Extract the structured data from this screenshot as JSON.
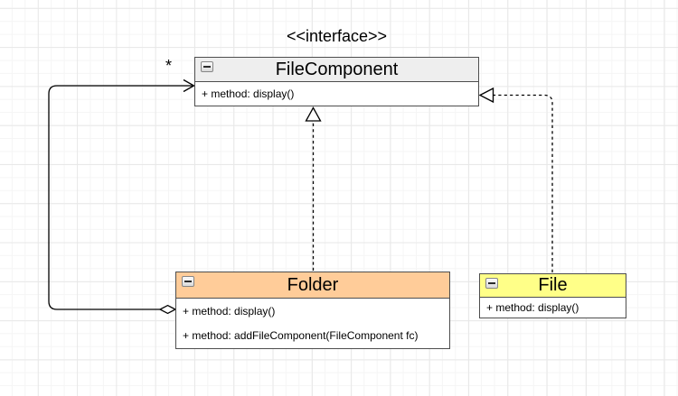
{
  "diagram": {
    "type": "uml-class-diagram",
    "labels": {
      "interface_stereotype": "<<interface>>",
      "multiplicity": "*"
    },
    "classes": [
      {
        "name": "FileComponent",
        "stereotype": "<<interface>>",
        "header_fill": "#eeeeee",
        "members": [
          "+ method: display()"
        ]
      },
      {
        "name": "Folder",
        "header_fill": "#ffcc99",
        "members": [
          "+ method: display()",
          "+ method: addFileComponent(FileComponent fc)"
        ]
      },
      {
        "name": "File",
        "header_fill": "#ffff88",
        "members": [
          "+ method: display()"
        ]
      }
    ],
    "relationships": [
      {
        "type": "aggregation",
        "from": "Folder",
        "to": "FileComponent",
        "multiplicity": "*",
        "line": "solid",
        "source_marker": "hollow-diamond",
        "target_marker": "open-arrow"
      },
      {
        "type": "realization",
        "from": "Folder",
        "to": "FileComponent",
        "line": "dashed",
        "target_marker": "hollow-triangle"
      },
      {
        "type": "realization",
        "from": "File",
        "to": "FileComponent",
        "line": "dashed",
        "target_marker": "hollow-triangle"
      }
    ],
    "icons": {
      "collapse": "minus-square"
    },
    "colors": {
      "canvas_bg": "#ffffff",
      "grid_minor": "#f5f5f5",
      "grid_major": "#e8e8e8",
      "box_border": "#4e4e4e",
      "connector": "#000000",
      "header_gray": "#eeeeee",
      "header_orange": "#ffcc99",
      "header_yellow": "#ffff88"
    }
  }
}
